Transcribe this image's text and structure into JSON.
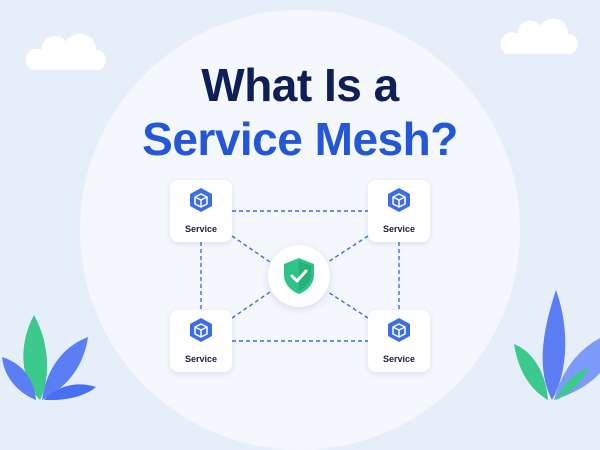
{
  "title": {
    "line1": "What Is a",
    "line2": "Service Mesh?"
  },
  "services": [
    {
      "label": "Service"
    },
    {
      "label": "Service"
    },
    {
      "label": "Service"
    },
    {
      "label": "Service"
    }
  ],
  "hub": {
    "icon": "shield-check-icon"
  },
  "colors": {
    "background": "#e6eef9",
    "title_dark": "#0f1f55",
    "title_accent": "#2457d6",
    "link": "#3b6fe0",
    "shield": "#2fc487",
    "leaf_blue": "#5b7ef5",
    "leaf_green": "#3cc98d"
  }
}
